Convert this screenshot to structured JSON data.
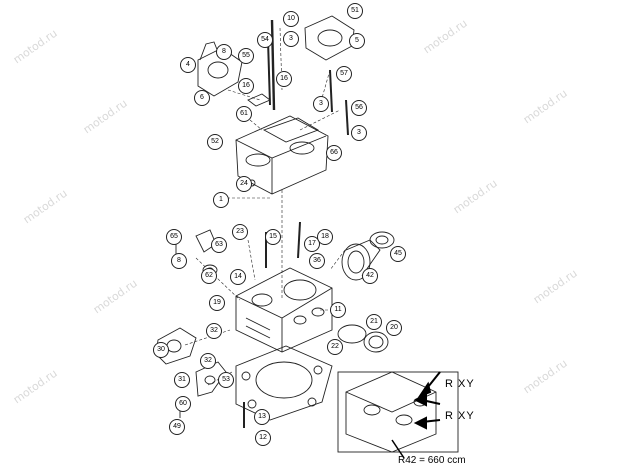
{
  "watermark": "motod.ru",
  "callouts": [
    "10",
    "3",
    "51",
    "5",
    "8",
    "54",
    "4",
    "55",
    "16",
    "6",
    "16",
    "57",
    "3",
    "56",
    "61",
    "3",
    "52",
    "66",
    "24",
    "1",
    "23",
    "15",
    "65",
    "17",
    "18",
    "63",
    "45",
    "8",
    "62",
    "14",
    "36",
    "42",
    "19",
    "11",
    "21",
    "20",
    "32",
    "22",
    "30",
    "32",
    "31",
    "53",
    "60",
    "13",
    "49",
    "12"
  ],
  "inset": {
    "label_r1": "R  XY",
    "label_r2": "R  XY",
    "note": "R42 = 660 ccm"
  },
  "icons": [
    "engine-cylinder-head-exploded-view"
  ]
}
